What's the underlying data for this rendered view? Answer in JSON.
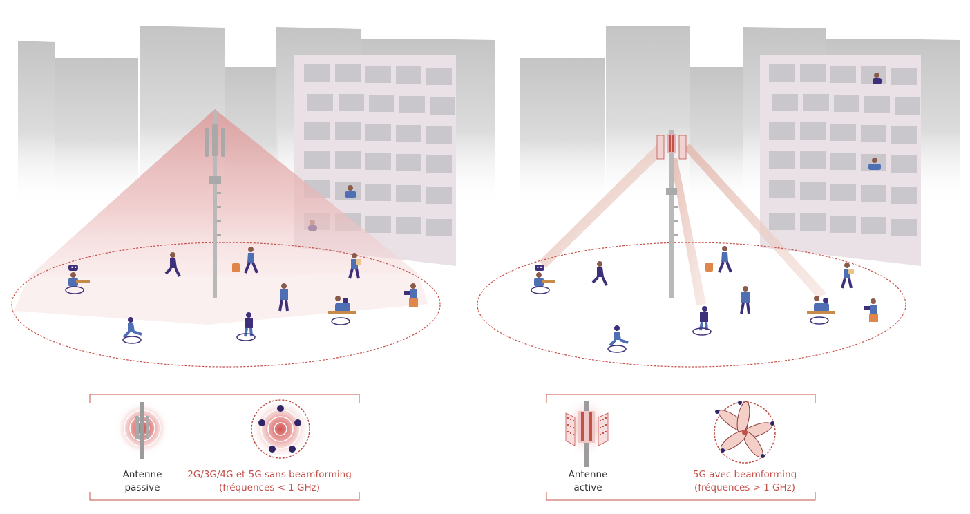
{
  "colors": {
    "accent_red": "#c4504a",
    "cone_red": "#d8898a",
    "beam_tan": "#e6c3bb",
    "building_grey": "#cbcbcb",
    "facade_lilac": "#e9e1e6",
    "window_grey": "#c9c7cc",
    "person_blue": "#4f6fb5",
    "person_purple": "#3d2f7a",
    "ellipse_dotted": "#c4504a"
  },
  "left_scene": {
    "legend": {
      "antenna_label_line1": "Antenne",
      "antenna_label_line2": "passive",
      "tech_line1": "2G/3G/4G et 5G sans beamforming",
      "tech_line2": "(fréquences < 1 GHz)"
    }
  },
  "right_scene": {
    "legend": {
      "antenna_label_line1": "Antenne",
      "antenna_label_line2": "active",
      "tech_line1": "5G avec beamforming",
      "tech_line2": "(fréquences > 1 GHz)"
    }
  },
  "icons": {
    "building": "building-icon",
    "antenna_mast": "antenna-mast-icon",
    "passive_antenna": "passive-antenna-icon",
    "active_antenna": "active-antenna-icon",
    "omni_coverage": "omnidirectional-coverage-icon",
    "beam_pattern": "beamforming-pattern-icon",
    "person": "person-icon",
    "phone_user": "phone-user-icon"
  }
}
